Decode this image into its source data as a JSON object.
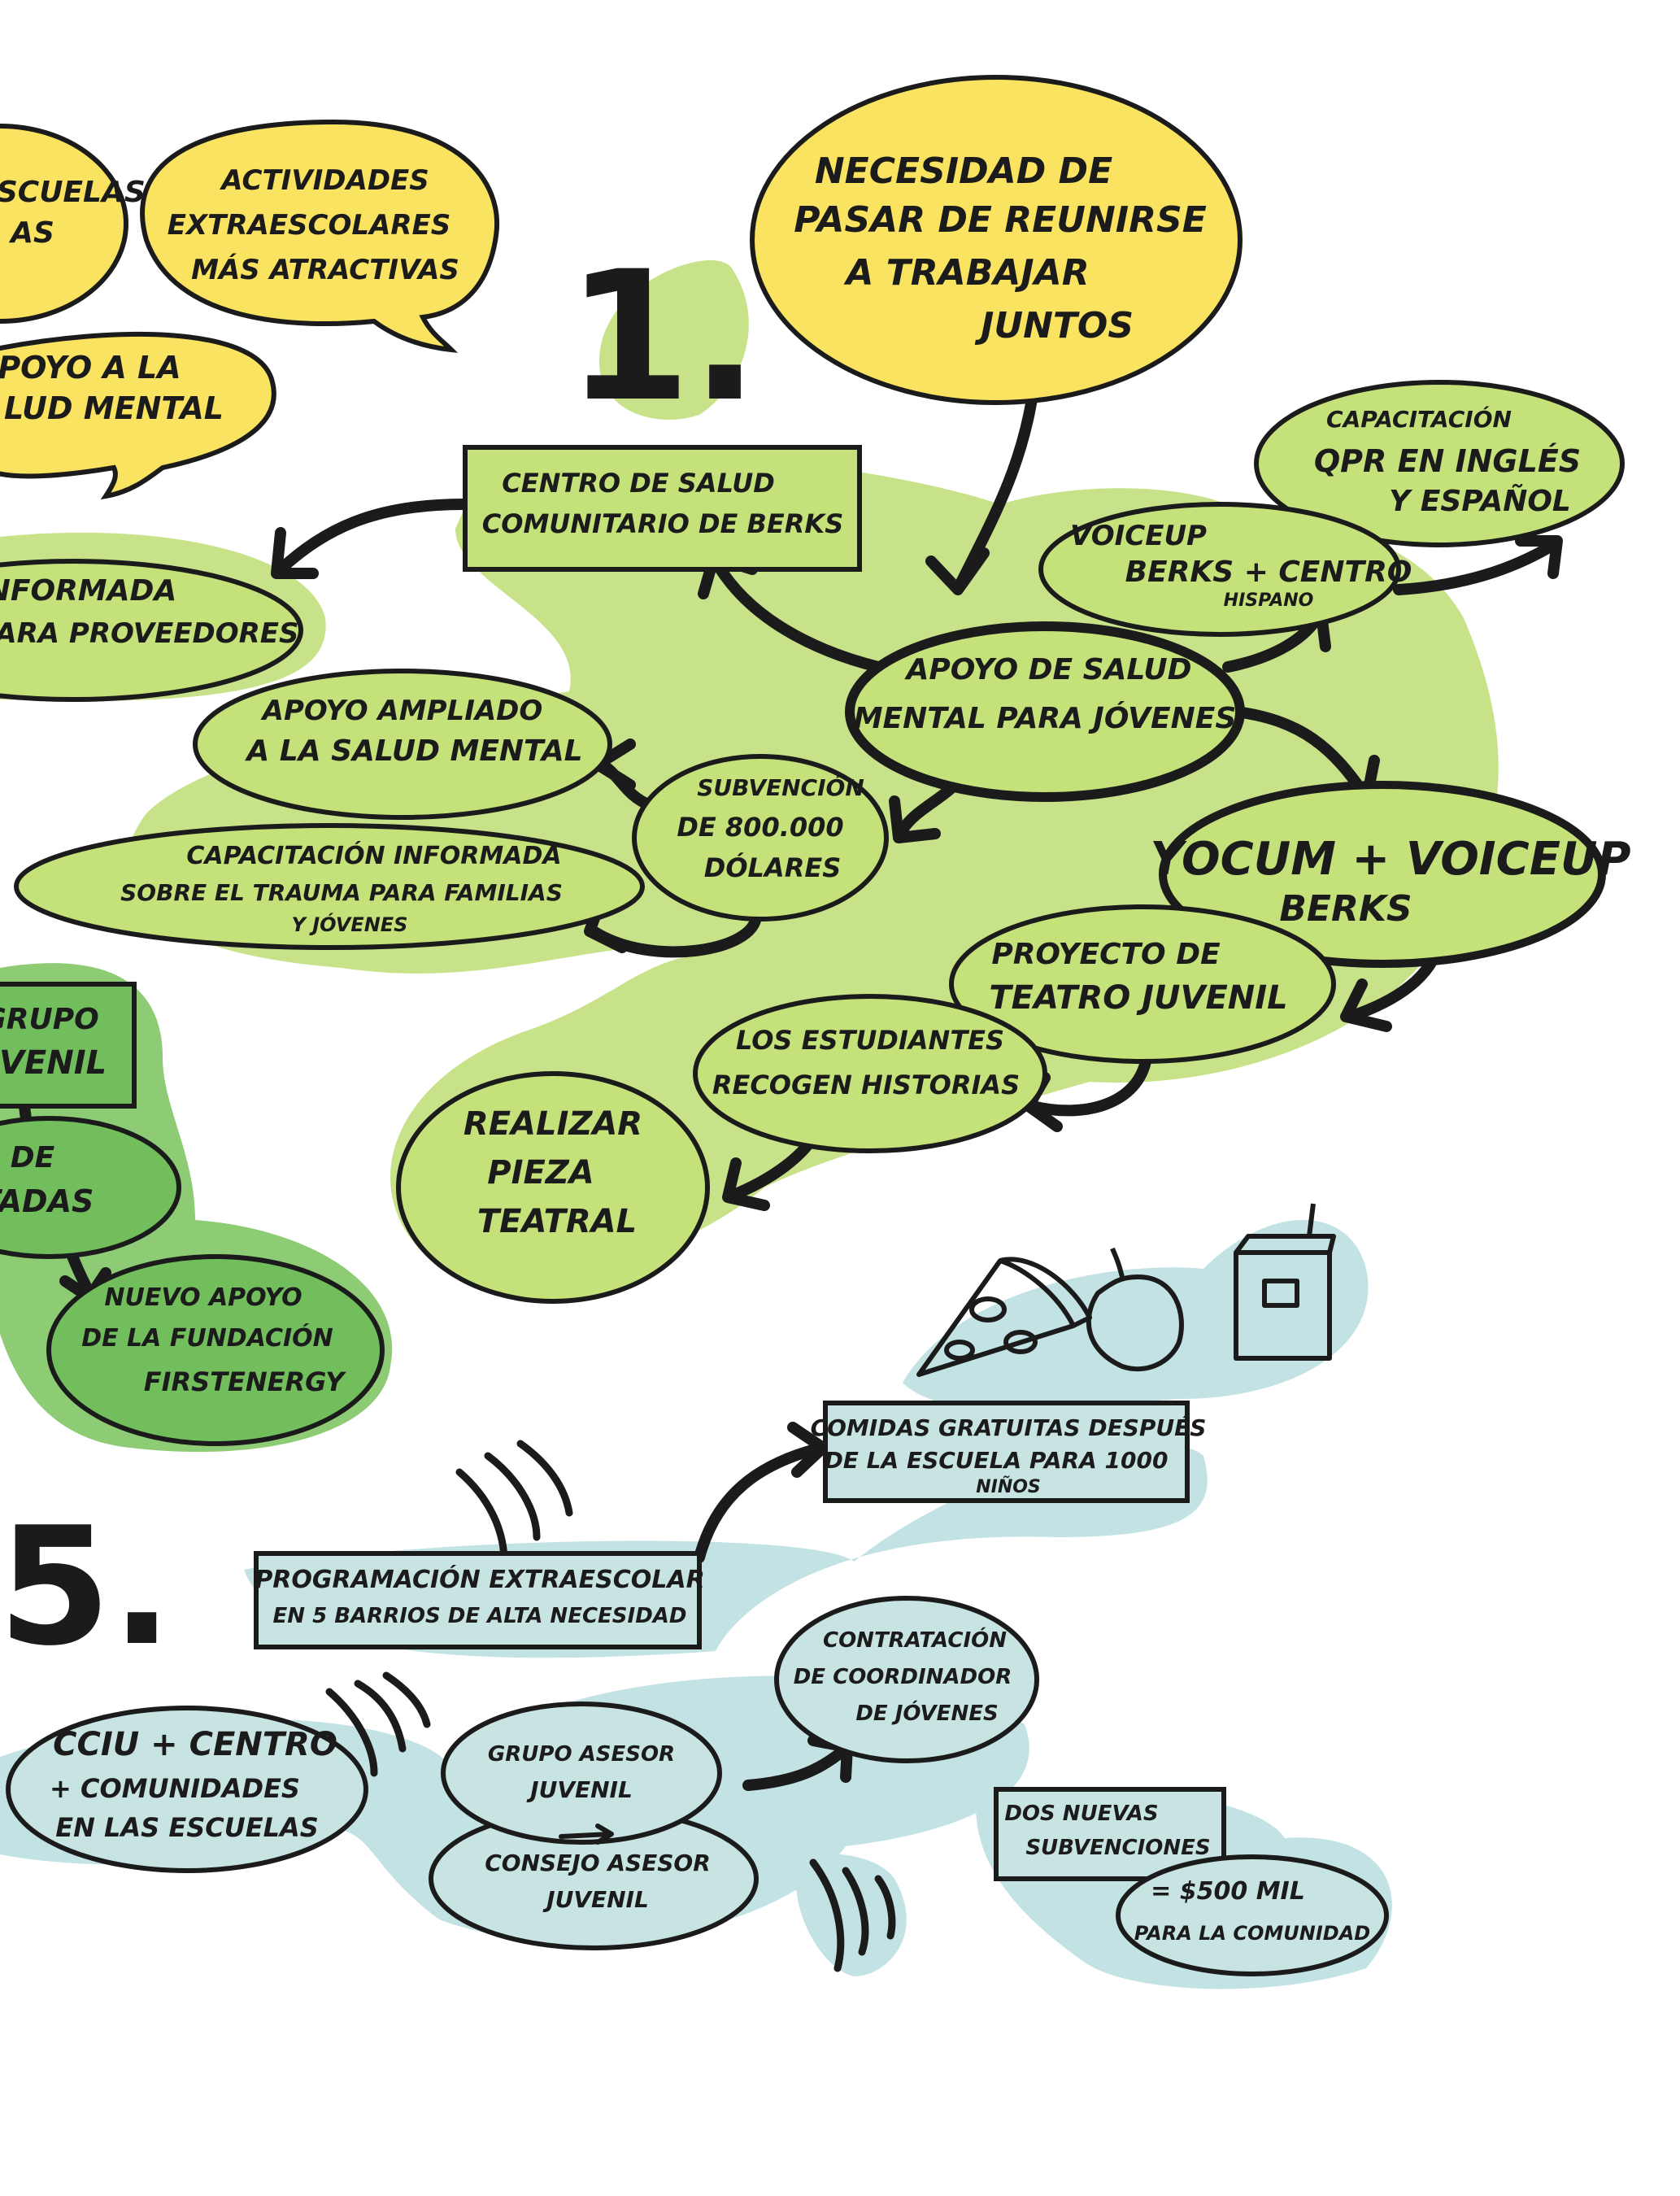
{
  "colors": {
    "yellow": "#f9e361",
    "green": "#c5e17a",
    "green_halo": "#c8e289",
    "dark_green": "#72be5d",
    "dark_green_halo": "#8dcb74",
    "blue": "#c8e4e2",
    "blue_halo": "#c2e2e3",
    "ink": "#1b1b1b"
  },
  "section_numbers": {
    "one": "1.",
    "five": "5."
  },
  "yellow_bubbles": {
    "escuelas": [
      "ESCUELAS",
      "AS"
    ],
    "extraescolares": [
      "ACTIVIDADES",
      "EXTRAESCOLARES",
      "MÁS ATRACTIVAS"
    ],
    "salud_mental": [
      "POYO A LA",
      "LUD MENTAL"
    ],
    "necesidad": [
      "NECESIDAD DE",
      "PASAR DE REUNIRSE",
      "A TRABAJAR",
      "JUNTOS"
    ]
  },
  "green_nodes": {
    "centro_berks": [
      "CENTRO DE SALUD",
      "COMUNITARIO DE BERKS"
    ],
    "informada_proveedores": [
      "NFORMADA",
      "PARA PROVEEDORES"
    ],
    "capacitacion_qpr": [
      "CAPACITACIÓN",
      "QPR EN INGLÉS",
      "Y ESPAÑOL"
    ],
    "voiceup_centro": [
      "VOICEUP",
      "BERKS + CENTRO",
      "HISPANO"
    ],
    "apoyo_jovenes": [
      "APOYO DE SALUD",
      "MENTAL PARA JÓVENES"
    ],
    "apoyo_ampliado": [
      "APOYO AMPLIADO",
      "A LA SALUD MENTAL"
    ],
    "subvencion": [
      "SUBVENCIÓN",
      "DE 800.000",
      "DÓLARES"
    ],
    "trauma": [
      "CAPACITACIÓN INFORMADA",
      "SOBRE EL TRAUMA PARA FAMILIAS",
      "Y JÓVENES"
    ],
    "yocum": [
      "YOCUM + VOICEUP",
      "BERKS"
    ],
    "teatro_juvenil": [
      "PROYECTO DE",
      "TEATRO JUVENIL"
    ],
    "historias": [
      "LOS ESTUDIANTES",
      "RECOGEN HISTORIAS"
    ],
    "pieza_teatral": [
      "REALIZAR",
      "PIEZA",
      "TEATRAL"
    ]
  },
  "dark_green_nodes": {
    "grupo_juvenil": [
      "GRUPO",
      "VENIL"
    ],
    "adas": [
      "DE",
      "TADAS"
    ],
    "firstenergy": [
      "NUEVO APOYO",
      "DE LA FUNDACIÓN",
      "FIRSTENERGY"
    ]
  },
  "blue_nodes": {
    "comidas": [
      "COMIDAS GRATUITAS DESPUÉS",
      "DE LA ESCUELA PARA 1000",
      "NIÑOS"
    ],
    "programacion": [
      "PROGRAMACIÓN EXTRAESCOLAR",
      "EN 5 BARRIOS DE ALTA NECESIDAD"
    ],
    "ccu": [
      "CCIU + CENTRO",
      "+ COMUNIDADES",
      "EN LAS ESCUELAS"
    ],
    "grupo_asesor": [
      "GRUPO ASESOR",
      "JUVENIL"
    ],
    "consejo_asesor": [
      "CONSEJO ASESOR",
      "JUVENIL"
    ],
    "coordinador": [
      "CONTRATACIÓN",
      "DE COORDINADOR",
      "DE JÓVENES"
    ],
    "subvenciones": [
      "DOS NUEVAS",
      "SUBVENCIONES"
    ],
    "comunidad": [
      "= $500 MIL",
      "PARA LA COMUNIDAD"
    ]
  },
  "illustration_icons": [
    "pizza-slice-icon",
    "apple-icon",
    "juice-box-icon"
  ]
}
